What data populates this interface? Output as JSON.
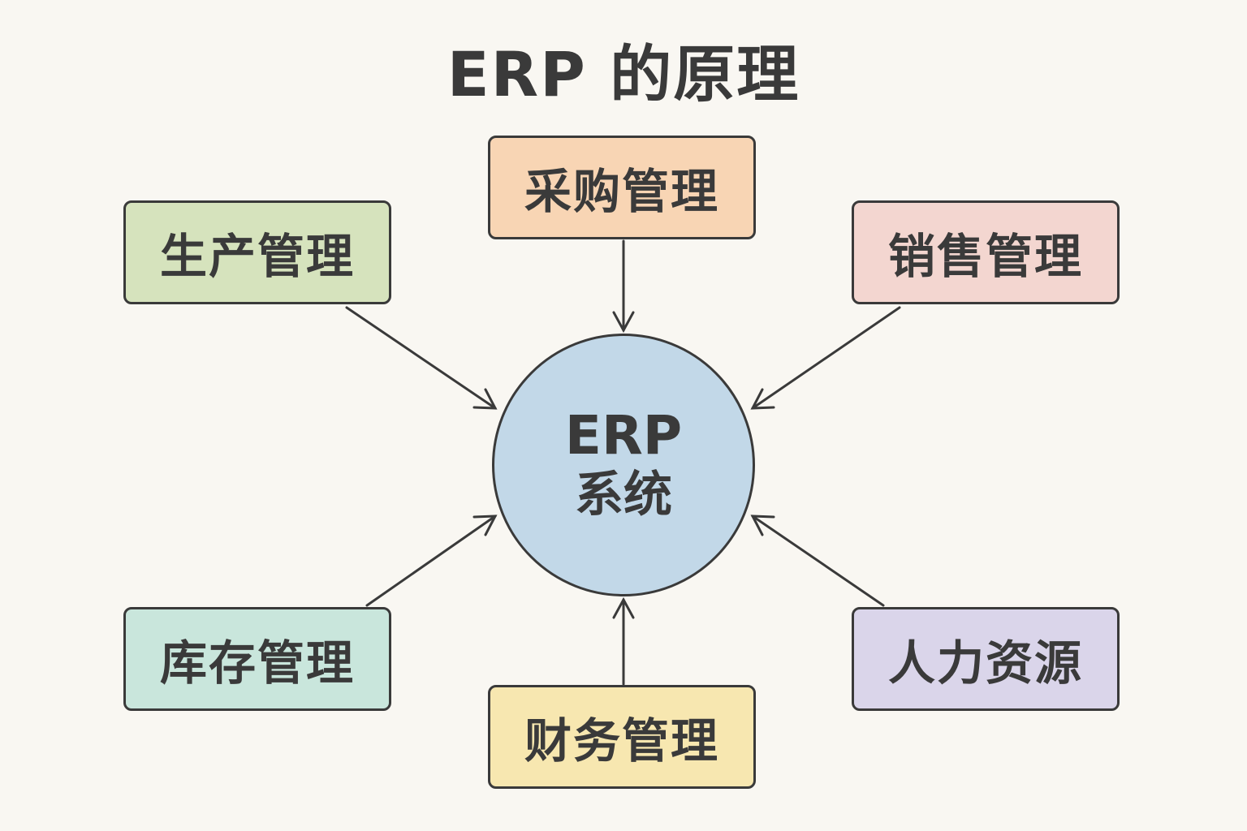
{
  "title": "ERP 的原理",
  "hub": {
    "line1": "ERP",
    "line2": "系统",
    "color": "#c2d8e8"
  },
  "modules": [
    {
      "id": "purchase",
      "label": "采购管理",
      "color": "#f8d5b4",
      "position": "top"
    },
    {
      "id": "production",
      "label": "生产管理",
      "color": "#d6e3bd",
      "position": "top-left"
    },
    {
      "id": "sales",
      "label": "销售管理",
      "color": "#f3d6d0",
      "position": "top-right"
    },
    {
      "id": "inventory",
      "label": "库存管理",
      "color": "#c9e6dc",
      "position": "bottom-left"
    },
    {
      "id": "hr",
      "label": "人力资源",
      "color": "#dad5ea",
      "position": "bottom-right"
    },
    {
      "id": "finance",
      "label": "财务管理",
      "color": "#f7e7b0",
      "position": "bottom"
    }
  ],
  "edges": [
    {
      "from": "purchase",
      "to": "hub",
      "direction": "inward"
    },
    {
      "from": "production",
      "to": "hub",
      "direction": "inward"
    },
    {
      "from": "sales",
      "to": "hub",
      "direction": "inward"
    },
    {
      "from": "inventory",
      "to": "hub",
      "direction": "inward"
    },
    {
      "from": "hr",
      "to": "hub",
      "direction": "inward"
    },
    {
      "from": "finance",
      "to": "hub",
      "direction": "inward"
    }
  ],
  "colors": {
    "stroke": "#3a3a3a",
    "background": "#f9f7f2",
    "text": "#3a3a3a"
  }
}
